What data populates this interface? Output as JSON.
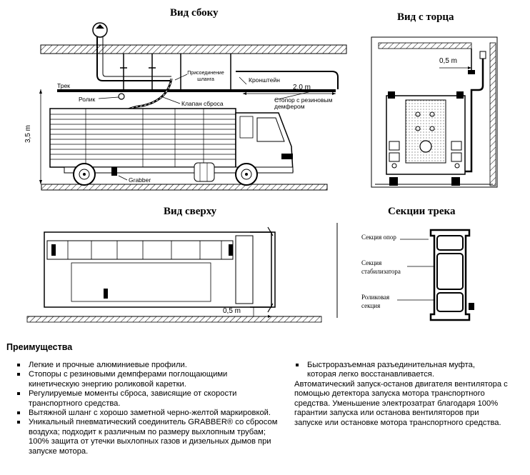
{
  "views": {
    "side": {
      "title": "Вид сбоку",
      "labels": {
        "track": "Трек",
        "roller": "Ролик",
        "hose_connection": "Присоединение шланга",
        "bracket": "Кронштейн",
        "release_valve": "Клапан сброса",
        "stopper": "Стопор с резиновым демфером",
        "grabber": "Grabber"
      },
      "dim_length": "2,0 m",
      "dim_height": "3,5 m"
    },
    "end": {
      "title": "Вид с торца",
      "dim": "0,5 m"
    },
    "top": {
      "title": "Вид сверху",
      "dim": "0,5 m"
    },
    "sections": {
      "title": "Секции трека",
      "labels": {
        "support": "Секция опор",
        "stabilizer": "Секция стабилизатора",
        "roller": "Роликовая секция"
      }
    }
  },
  "advantages": {
    "title": "Преимущества",
    "left": [
      "Легкие и прочные алюминиевые профили.",
      "Стопоры с резиновыми демпферами поглощающими кинетическую энергию роликовой каретки.",
      "Регулируемые моменты сброса, зависящие от скорости транспортного средства.",
      "Вытяжной шланг с хорошо заметной черно-желтой маркировкой.",
      "Уникальный пневматический соединитель GRABBER® со сбросом воздуха; подходит к различным по размеру выхлопным трубам; 100% защита от утечки выхлопных газов и дизельных дымов при запуске мотора."
    ],
    "right_bullet": "Быстроразъемная разъединительная муфта, которая легко восстанавливается.",
    "right_para": "Автоматический запуск-останов двигателя вентилятора с помощью детектора запуска мотора транспортного средства. Уменьшение электрозатрат благодаря 100% гарантии запуска или останова вентиляторов при запуске или остановке мотора транспортного средства."
  }
}
